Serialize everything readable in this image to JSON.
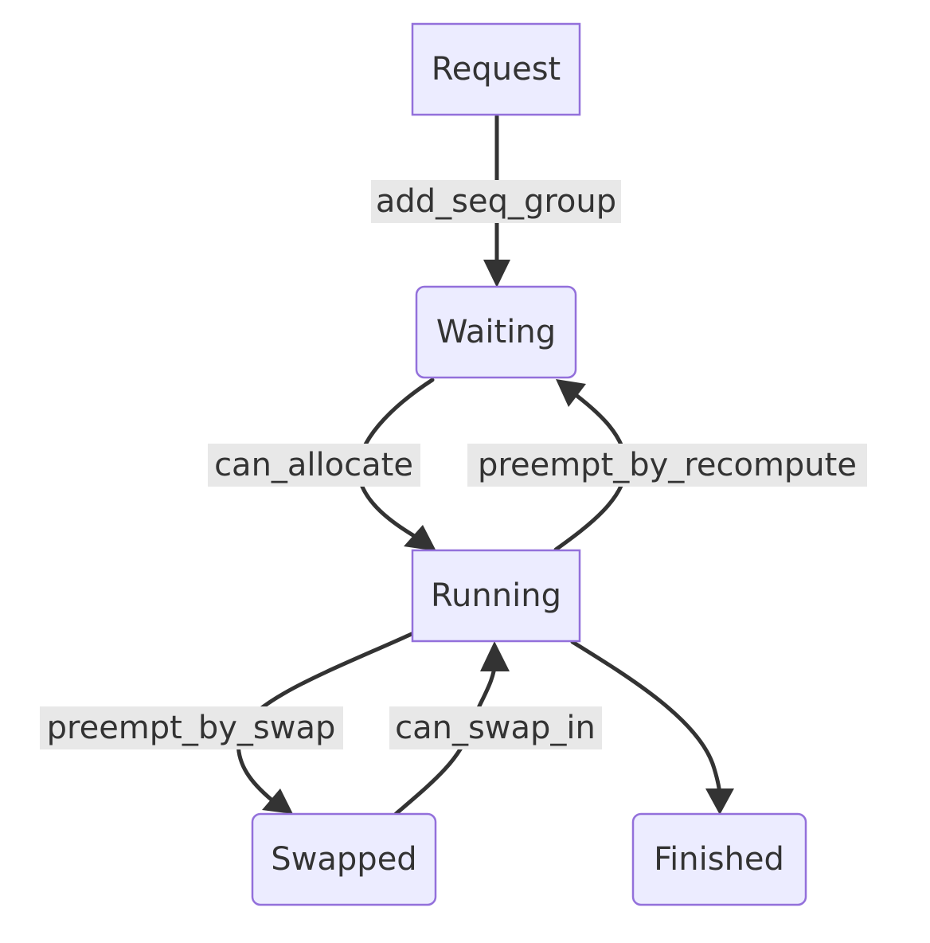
{
  "colors": {
    "node_fill": "#ececff",
    "node_border": "#9370db",
    "edge": "#333333",
    "label_bg": "#e8e8e8",
    "text": "#333333"
  },
  "nodes": {
    "request": "Request",
    "waiting": "Waiting",
    "running": "Running",
    "swapped": "Swapped",
    "finished": "Finished"
  },
  "edges": {
    "add_seq_group": "add_seq_group",
    "can_allocate": "can_allocate",
    "preempt_by_recompute": "preempt_by_recompute",
    "preempt_by_swap": "preempt_by_swap",
    "can_swap_in": "can_swap_in"
  }
}
